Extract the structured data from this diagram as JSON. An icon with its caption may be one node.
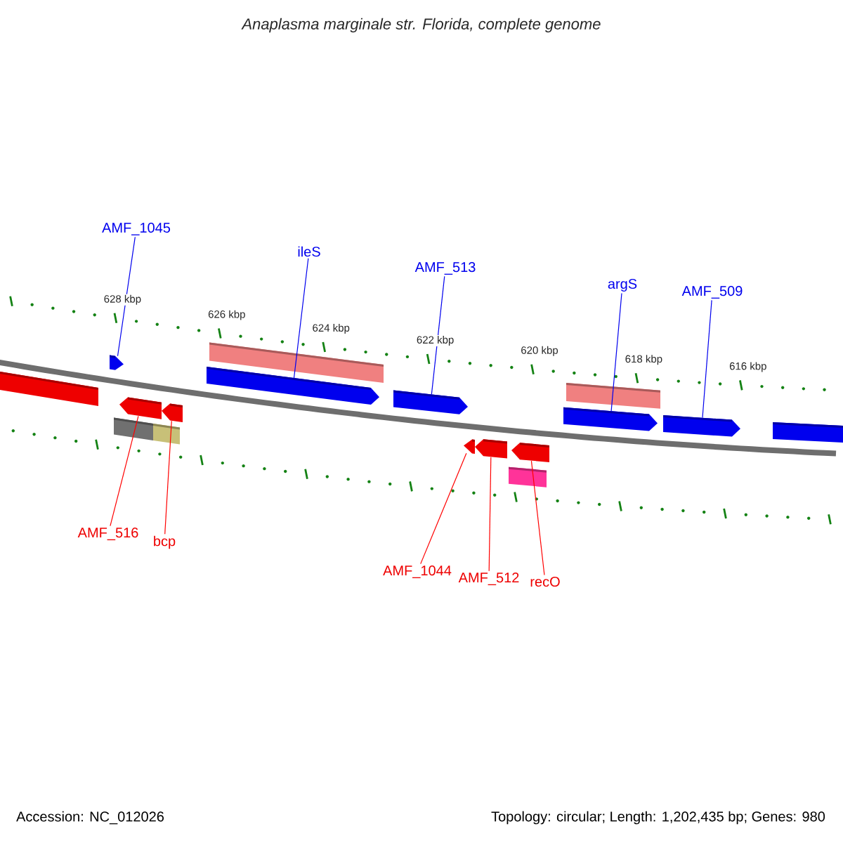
{
  "diagram": {
    "title": "Anaplasma marginale str. Florida, complete genome",
    "nodes": [
      {
        "text": [
          "AMF_1045"
        ]
      },
      {
        "text": [
          "ileS"
        ]
      },
      {
        "text": [
          "AMF_513"
        ]
      },
      {
        "text": [
          "argS"
        ]
      },
      {
        "text": [
          "AMF_509"
        ]
      },
      {
        "text": [
          "AMF_516"
        ]
      },
      {
        "text": [
          "bcp"
        ]
      },
      {
        "text": [
          "AMF_1044"
        ]
      },
      {
        "text": [
          "AMF_512"
        ]
      },
      {
        "text": [
          "recO"
        ]
      },
      {
        "text": [],
        "shape": "arrow"
      },
      {
        "text": [],
        "shape": "arrow"
      },
      {
        "text": [],
        "shape": "arrow"
      },
      {
        "text": [],
        "shape": "arrow"
      },
      {
        "text": [],
        "shape": "arrow"
      },
      {
        "text": [],
        "shape": "arrow"
      },
      {
        "text": [],
        "shape": "arrow"
      },
      {
        "text": [],
        "shape": "arrow"
      },
      {
        "text": [],
        "shape": "arrow"
      },
      {
        "text": [],
        "shape": "arrow"
      },
      {
        "text": [],
        "shape": "arrow"
      },
      {
        "text": [],
        "shape": "arrow"
      }
    ],
    "edges": [
      {
        "from": 0,
        "to": 10,
        "arrow": "none"
      },
      {
        "from": 1,
        "to": 11,
        "arrow": "none"
      },
      {
        "from": 2,
        "to": 12,
        "arrow": "none"
      },
      {
        "from": 3,
        "to": 13,
        "arrow": "none"
      },
      {
        "from": 4,
        "to": 14,
        "arrow": "none"
      },
      {
        "from": 5,
        "to": 15,
        "arrow": "none",
        "color": "#ff0000"
      },
      {
        "from": 6,
        "to": 16,
        "arrow": "none",
        "color": "#ff0000"
      },
      {
        "from": 7,
        "to": 17,
        "arrow": "none",
        "color": "#ff0000"
      },
      {
        "from": 8,
        "to": 18,
        "arrow": "none",
        "color": "#ff0000"
      },
      {
        "from": 9,
        "to": 19,
        "arrow": "none",
        "color": "#ff0000"
      }
    ],
    "labels": [
      "628 kbp",
      "626 kbp",
      "624 kbp",
      "622 kbp",
      "620 kbp",
      "618 kbp",
      "616 kbp",
      "Accession: NC_012026",
      "Topology: circular; Length: 1,202,435 bp; Genes: 980"
    ]
  }
}
